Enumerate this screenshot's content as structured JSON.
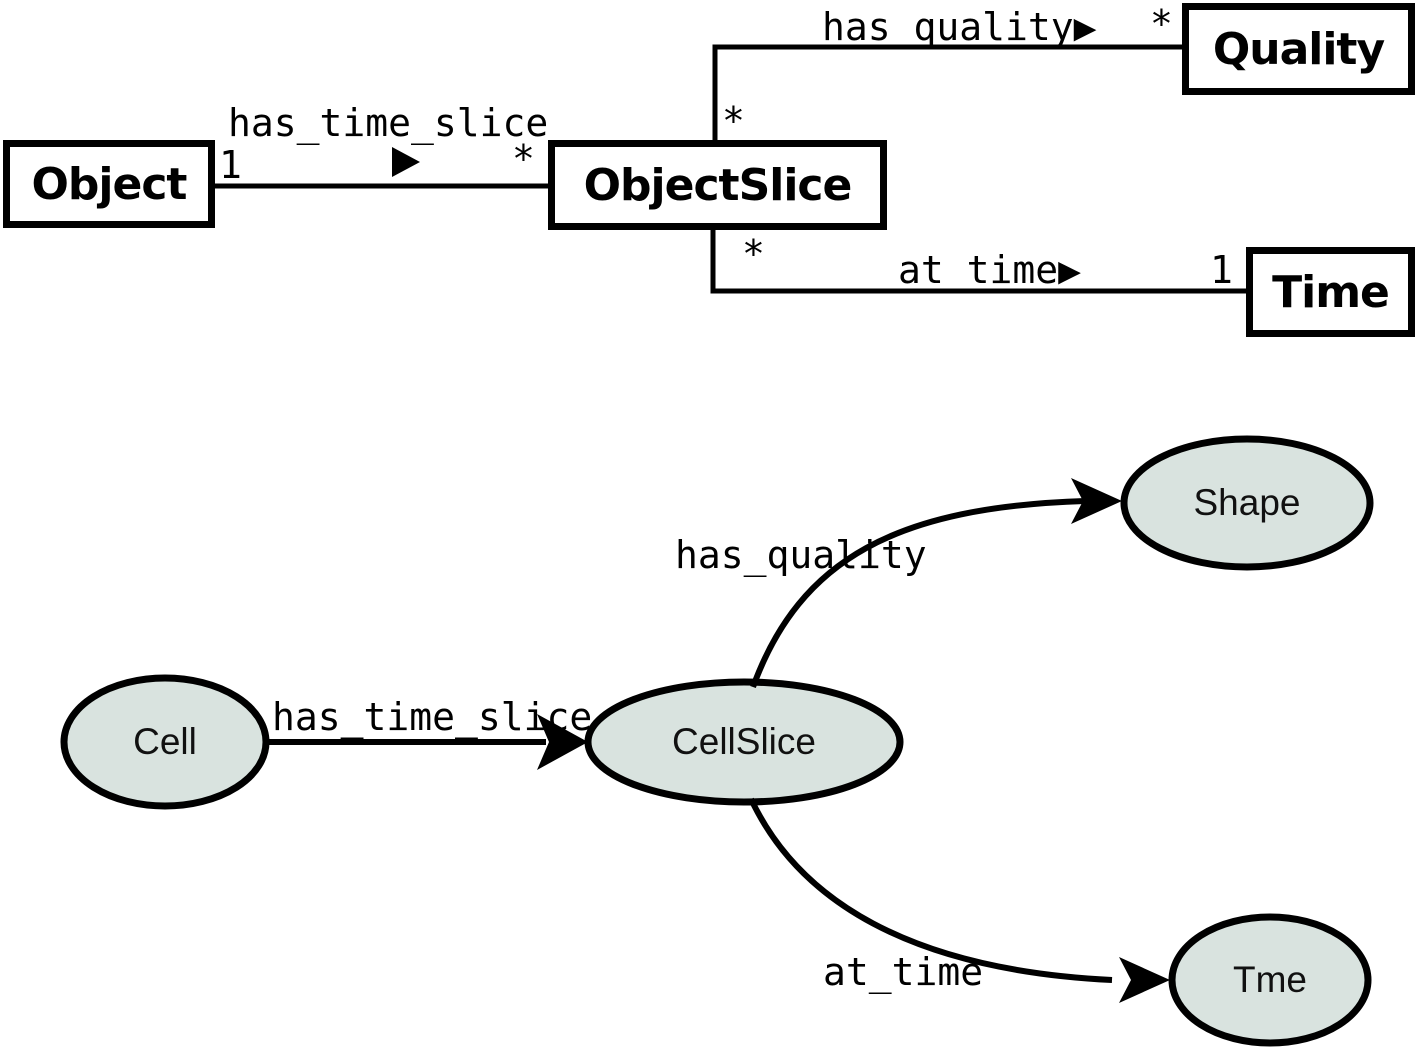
{
  "top_diagram": {
    "classes": {
      "object": "Object",
      "object_slice": "ObjectSlice",
      "quality": "Quality",
      "time": "Time"
    },
    "associations": {
      "has_time_slice": {
        "label": "has_time_slice",
        "source_mult": "1",
        "target_mult": "*"
      },
      "has_quality": {
        "label": "has quality▶",
        "source_mult": "*",
        "target_mult": "*"
      },
      "at_time": {
        "label": "at_time▶",
        "source_mult": "*",
        "target_mult": "1"
      }
    }
  },
  "bottom_diagram": {
    "nodes": {
      "cell": "Cell",
      "cell_slice": "CellSlice",
      "shape": "Shape",
      "time": "Tme"
    },
    "edges": {
      "has_time_slice": "has_time_slice",
      "has_quality": "has_quality",
      "at_time": "at_time"
    }
  },
  "colors": {
    "node_fill": "#d9e3df",
    "line": "#000000",
    "background": "#ffffff"
  }
}
